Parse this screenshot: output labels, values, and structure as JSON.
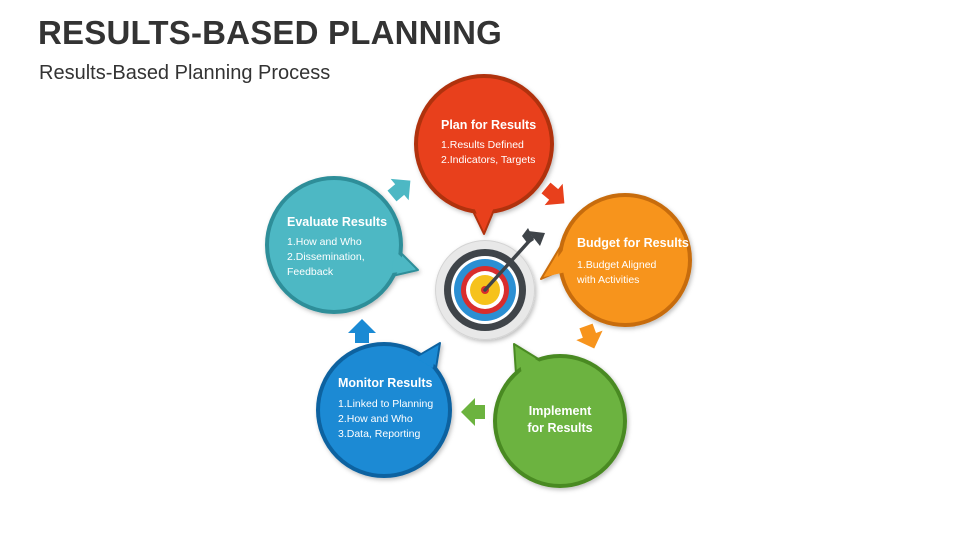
{
  "title": "RESULTS-BASED PLANNING",
  "subtitle": "Results-Based Planning Process",
  "stages": [
    {
      "title": "Plan for Results",
      "items": [
        "1.Results Defined",
        "2.Indicators, Targets"
      ],
      "color": "#E8401C",
      "border": "#B0300F"
    },
    {
      "title": "Budget for Results",
      "items": [
        "1.Budget Aligned",
        "with Activities"
      ],
      "color": "#F7941D",
      "border": "#C76C0B"
    },
    {
      "title": "Implement",
      "title_line2": "for Results",
      "items": [],
      "color": "#6CB33F",
      "border": "#4A8A23"
    },
    {
      "title": "Monitor Results",
      "items": [
        "1.Linked to Planning",
        "2.How and Who",
        "3.Data, Reporting"
      ],
      "color": "#1A8AD4",
      "border": "#0F62A0"
    },
    {
      "title": "Evaluate Results",
      "items": [
        "1.How and Who",
        "2.Dissemination,",
        "Feedback"
      ],
      "color": "#4DB8C4",
      "border": "#2F8E99"
    }
  ],
  "center": {
    "icon": "target-bullseye-icon",
    "arrow_icon": "dart-arrow-icon"
  }
}
